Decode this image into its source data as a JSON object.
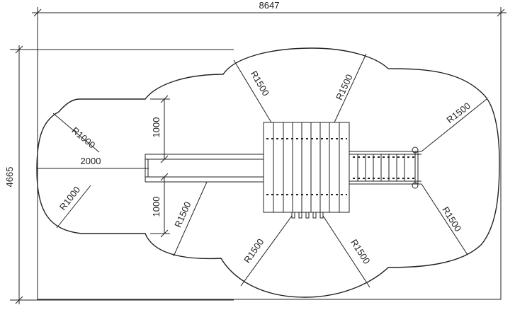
{
  "dimensions": {
    "overall_width": "8647",
    "overall_height": "4665",
    "slide_length": "2000",
    "upper_offset": "1000",
    "lower_offset": "1000"
  },
  "radii": {
    "left_upper": "R1000",
    "left_lower": "R1000",
    "top_left": "R1500",
    "top_right": "R1500",
    "right_upper": "R1500",
    "right_lower": "R1500",
    "bottom_left": "R1500",
    "bottom_right": "R1500",
    "lower_left": "R1500"
  },
  "colors": {
    "line": "#222222",
    "background": "#ffffff"
  }
}
